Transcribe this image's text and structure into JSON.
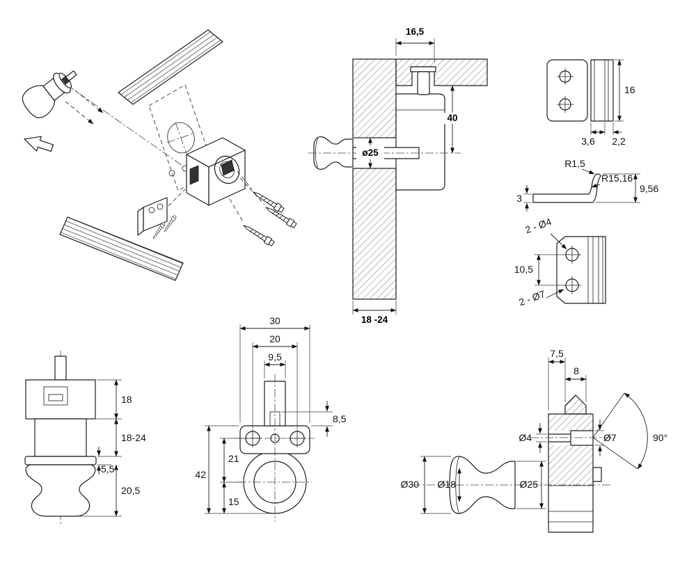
{
  "page": {
    "background": "#ffffff",
    "ink": "#1a1a1a"
  },
  "drawing": {
    "views": {
      "section": {
        "offset": "16,5",
        "drop": "40",
        "knob_dia": "ø25",
        "thickness": "18 -24"
      },
      "strike_front": {
        "height": "16",
        "w1": "3,6",
        "w2": "2,2"
      },
      "strike_profile": {
        "tip_radius": "R1,5",
        "curve_radius": "R15,16",
        "height": "9,56",
        "thickness": "3"
      },
      "strike_holes": {
        "front_holes": "2 - Ø4",
        "spacing": "10,5",
        "back_holes": "2 - Ø7"
      },
      "knob_front": {
        "body": "18",
        "stem": "18-24",
        "flange": "5,5",
        "knob": "20,5"
      },
      "body_front": {
        "width": "30",
        "hole_spacing": "20",
        "bolt_width": "9,5",
        "bolt_height": "8,5",
        "height": "42",
        "upper": "21",
        "lower": "15"
      },
      "knob_side": {
        "plate_offset": "7,5",
        "bolt_width": "8",
        "spindle_small": "Ø4",
        "spindle_large": "Ø7",
        "rotation": "90°",
        "cap_dia": "Ø30",
        "neck_dia": "Ø18",
        "base_dia": "Ø25"
      }
    }
  }
}
